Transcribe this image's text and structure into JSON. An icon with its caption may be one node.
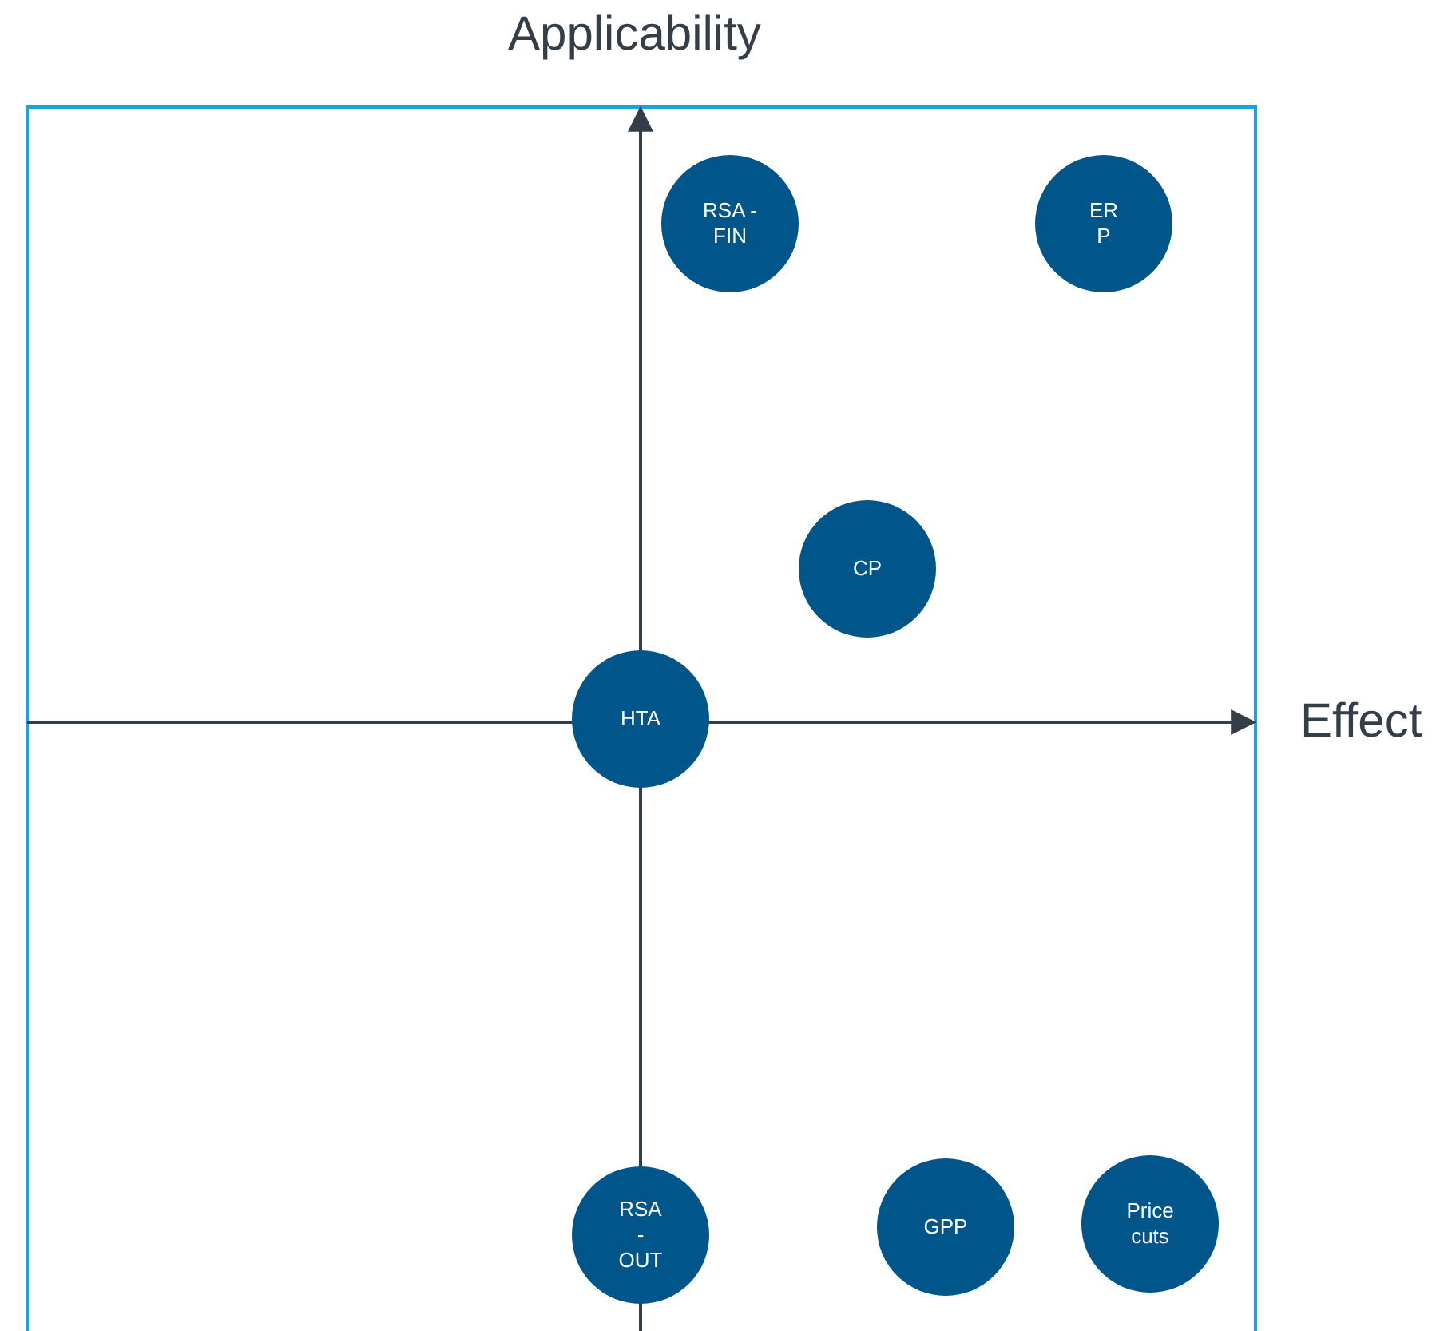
{
  "diagram": {
    "nodes": [
      {
        "text": [
          "RSA -FIN"
        ]
      },
      {
        "text": [
          "ER P"
        ]
      },
      {
        "text": [
          "CP"
        ]
      },
      {
        "text": [
          "HTA"
        ]
      },
      {
        "text": [
          "RSA - OUT"
        ]
      },
      {
        "text": [
          "GPP"
        ]
      },
      {
        "text": [
          "Price cuts"
        ]
      }
    ],
    "labels": [
      "Applicability",
      "Effect"
    ]
  }
}
